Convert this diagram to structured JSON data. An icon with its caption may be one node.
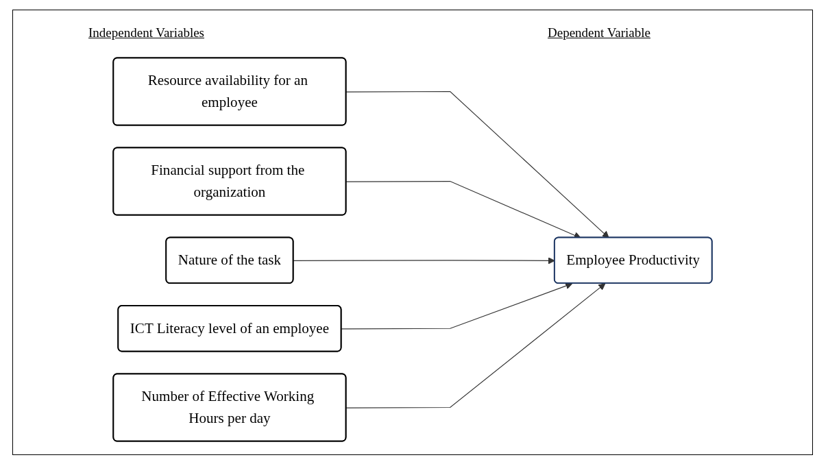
{
  "diagram": {
    "nodes": [
      {
        "text": [
          "Resource availability for an employee"
        ]
      },
      {
        "text": [
          "Financial support from the organization"
        ]
      },
      {
        "text": [
          "Nature of the task"
        ]
      },
      {
        "text": [
          "ICT Literacy level of an employee"
        ]
      },
      {
        "text": [
          "Number of Effective Working Hours per day"
        ]
      },
      {
        "text": [
          "Employee Productivity"
        ]
      }
    ],
    "edges": [
      {
        "from": 0,
        "to": 5,
        "arrow": "to"
      },
      {
        "from": 1,
        "to": 5,
        "arrow": "to"
      },
      {
        "from": 2,
        "to": 5,
        "arrow": "to"
      },
      {
        "from": 3,
        "to": 5,
        "arrow": "to"
      },
      {
        "from": 4,
        "to": 5,
        "arrow": "to"
      }
    ],
    "labels": [
      "Independent Variables",
      "Dependent Variable"
    ]
  }
}
